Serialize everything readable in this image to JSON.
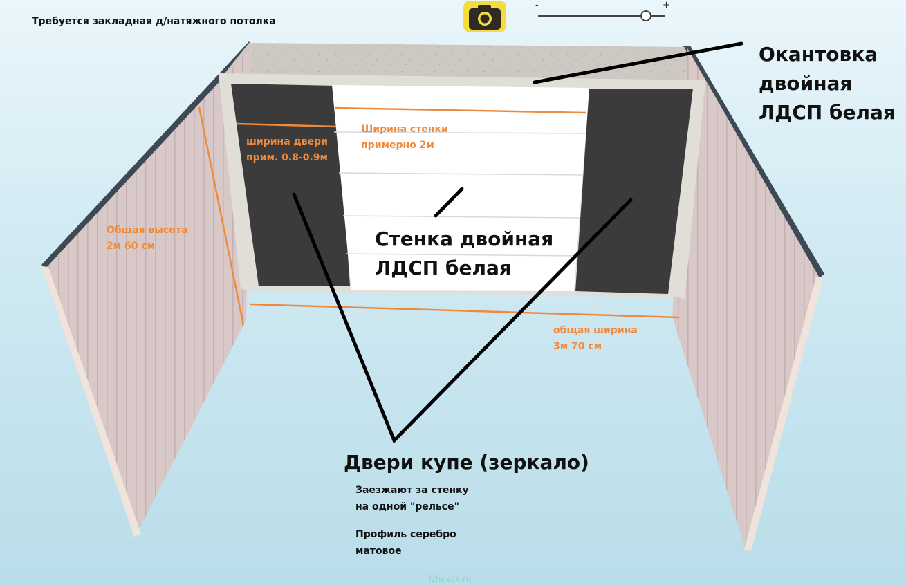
{
  "header": {
    "note": "Требуется закладная д/натяжного потолка"
  },
  "toolbar": {
    "camera_icon": "camera-icon",
    "zoom": {
      "minus": "-",
      "plus": "+",
      "level": 0.85
    }
  },
  "labels": {
    "edging": "Окантовка\nдвойная\nЛДСП белая",
    "wall_width": "Ширина стенки\nпримерно 2м",
    "door_width": "ширина двери\nприм. 0.8-0.9м",
    "total_height": "Общая высота\n 2м 60 см",
    "center_wall": "Стенка двойная\nЛДСП белая",
    "total_width": "общая ширина\n3м 70 см",
    "doors": "Двери купе (зеркало)",
    "doors_note": "Заезжают за стенку\nна одной \"рельсе\"",
    "profile_note": "Профиль серебро\nматовое"
  },
  "watermark": "Izhevsk.ru",
  "colors": {
    "annotation_orange": "#f08a3a",
    "door_dark": "#3b3b3b",
    "panel_white": "#ffffff",
    "side_wall": "#d8c6c6",
    "ceiling": "#cfcbc4",
    "background": "#cfe9f2"
  }
}
